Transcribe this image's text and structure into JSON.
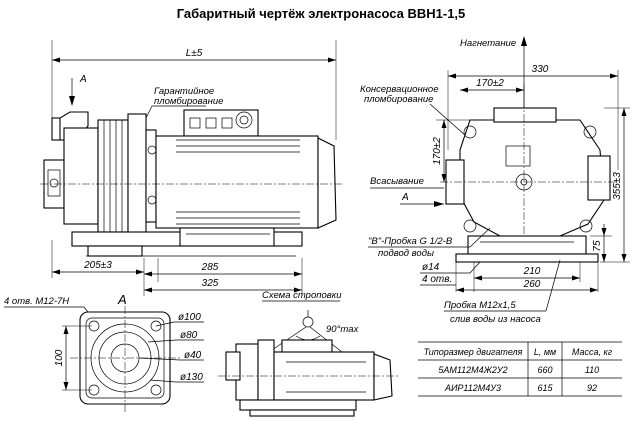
{
  "title": "Габаритный чертёж электронасоса ВВН1-1,5",
  "front_view": {
    "length_label": "L±5",
    "arrow_label": "A",
    "guarantee_seal_label": "Гарантийное\nпломбирование",
    "dim_205": "205±3",
    "dim_285": "285",
    "dim_325": "325"
  },
  "side_view": {
    "discharge_label": "Нагнетание",
    "width_330": "330",
    "dim_170x2_top": "170±2",
    "dim_170x2_left": "170±2",
    "height_355": "355±3",
    "preservation_seal_label": "Консервационное\nпломбирование",
    "suction_label": "Всасывание",
    "arrow_label": "A",
    "plug_label": "\"В\"-Пробка G 1/2-В",
    "water_supply_label": "подвод воды",
    "dim_75": "75",
    "hole_d14": "ø14",
    "holes_4": "4 отв.",
    "dim_210": "210",
    "dim_260": "260",
    "plug_m12_label": "Пробка М12х1,5",
    "drain_label": "слив воды из насоса"
  },
  "flange_view": {
    "holes_label": "4 отв. М12-7Н",
    "view_letter": "A",
    "height_100": "100",
    "d100": "ø100",
    "d80": "ø80",
    "d40": "ø40",
    "d130": "ø130"
  },
  "sling_view": {
    "scheme_label": "Схема строповки",
    "angle_label": "90°max"
  },
  "table": {
    "headers": [
      "Типоразмер двигателя",
      "L, мм",
      "Масса, кг"
    ],
    "rows": [
      [
        "5АМ112М4Ж2У2",
        "660",
        "110"
      ],
      [
        "АИР112М4У3",
        "615",
        "92"
      ]
    ]
  }
}
